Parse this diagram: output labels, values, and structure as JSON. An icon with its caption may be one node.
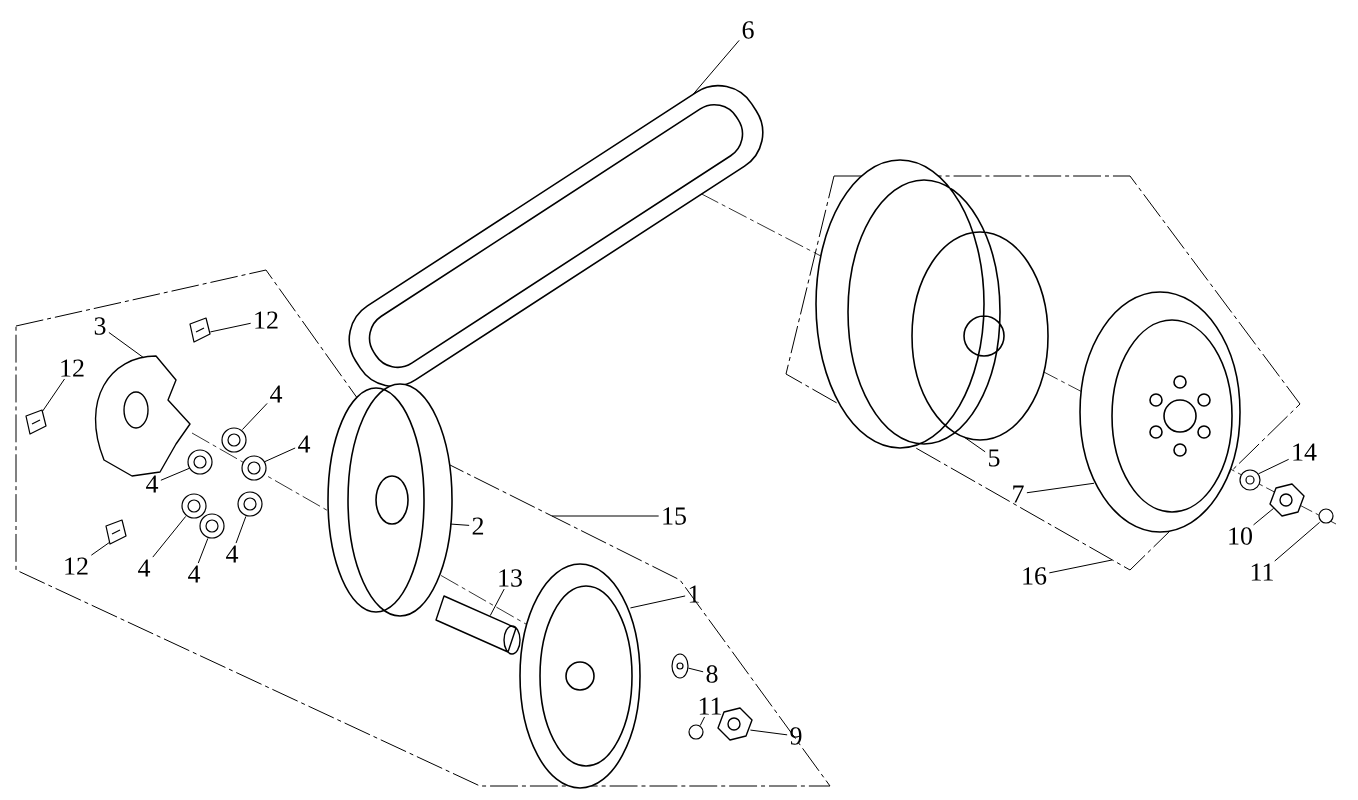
{
  "diagram": {
    "nodes": [
      {
        "text": [
          "6"
        ]
      },
      {
        "text": [
          "12"
        ]
      },
      {
        "text": [
          "3"
        ]
      },
      {
        "text": [
          "12"
        ]
      },
      {
        "text": [
          "4"
        ]
      },
      {
        "text": [
          "5"
        ]
      },
      {
        "text": [
          "4"
        ]
      },
      {
        "text": [
          "14"
        ]
      },
      {
        "text": [
          "4"
        ]
      },
      {
        "text": [
          "7"
        ]
      },
      {
        "text": [
          "15"
        ]
      },
      {
        "text": [
          "2"
        ]
      },
      {
        "text": [
          "10"
        ]
      },
      {
        "text": [
          "4"
        ]
      },
      {
        "text": [
          "12"
        ]
      },
      {
        "text": [
          "4"
        ]
      },
      {
        "text": [
          "11"
        ]
      },
      {
        "text": [
          "4"
        ]
      },
      {
        "text": [
          "13"
        ]
      },
      {
        "text": [
          "16"
        ]
      },
      {
        "text": [
          "1"
        ]
      },
      {
        "text": [
          "8"
        ]
      },
      {
        "text": [
          "11"
        ]
      },
      {
        "text": [
          "9"
        ]
      },
      {
        "text": [],
        "shape": "picture"
      },
      {
        "text": [],
        "shape": "picture"
      },
      {
        "text": [],
        "shape": "picture"
      },
      {
        "text": [],
        "shape": "picture"
      },
      {
        "text": [],
        "shape": "picture"
      },
      {
        "text": [],
        "shape": "picture"
      },
      {
        "text": [],
        "shape": "picture"
      },
      {
        "text": [],
        "shape": "picture"
      },
      {
        "text": [],
        "shape": "picture"
      },
      {
        "text": [],
        "shape": "picture"
      },
      {
        "text": [],
        "shape": "picture"
      },
      {
        "text": [],
        "shape": "picture"
      },
      {
        "text": [],
        "shape": "picture"
      },
      {
        "text": [],
        "shape": "picture"
      },
      {
        "text": [],
        "shape": "picture"
      },
      {
        "text": [],
        "shape": "circle"
      },
      {
        "text": [],
        "shape": "picture"
      },
      {
        "text": [],
        "shape": "picture"
      },
      {
        "text": [],
        "shape": "picture"
      },
      {
        "text": [],
        "shape": "picture"
      },
      {
        "text": [],
        "shape": "circle"
      },
      {
        "text": [],
        "shape": "picture"
      }
    ],
    "edges": [
      {
        "from": 0,
        "to": 24,
        "arrow": "none"
      },
      {
        "from": 1,
        "to": 25,
        "arrow": "none"
      },
      {
        "from": 2,
        "to": 26,
        "arrow": "none"
      },
      {
        "from": 3,
        "to": 27,
        "arrow": "none"
      },
      {
        "from": 4,
        "to": 28,
        "arrow": "none"
      },
      {
        "from": 5,
        "to": 29,
        "arrow": "none"
      },
      {
        "from": 6,
        "to": 30,
        "arrow": "none"
      },
      {
        "from": 7,
        "to": 31,
        "arrow": "none"
      },
      {
        "from": 8,
        "to": 32,
        "arrow": "none"
      },
      {
        "from": 9,
        "to": 33,
        "arrow": "none"
      },
      {
        "from": 10,
        "to": null,
        "arrow": "none"
      },
      {
        "from": 11,
        "to": 34,
        "arrow": "none"
      },
      {
        "from": 12,
        "to": 35,
        "arrow": "none"
      },
      {
        "from": 13,
        "to": 36,
        "arrow": "none"
      },
      {
        "from": 14,
        "to": 37,
        "arrow": "none"
      },
      {
        "from": 15,
        "to": 38,
        "arrow": "none"
      },
      {
        "from": 16,
        "to": 39,
        "arrow": "none"
      },
      {
        "from": 17,
        "to": 40,
        "arrow": "none"
      },
      {
        "from": 18,
        "to": 41,
        "arrow": "none"
      },
      {
        "from": 19,
        "to": null,
        "arrow": "none"
      },
      {
        "from": 20,
        "to": 42,
        "arrow": "none"
      },
      {
        "from": 21,
        "to": 43,
        "arrow": "none"
      },
      {
        "from": 22,
        "to": 44,
        "arrow": "none"
      },
      {
        "from": 23,
        "to": 45,
        "arrow": "none"
      }
    ]
  }
}
